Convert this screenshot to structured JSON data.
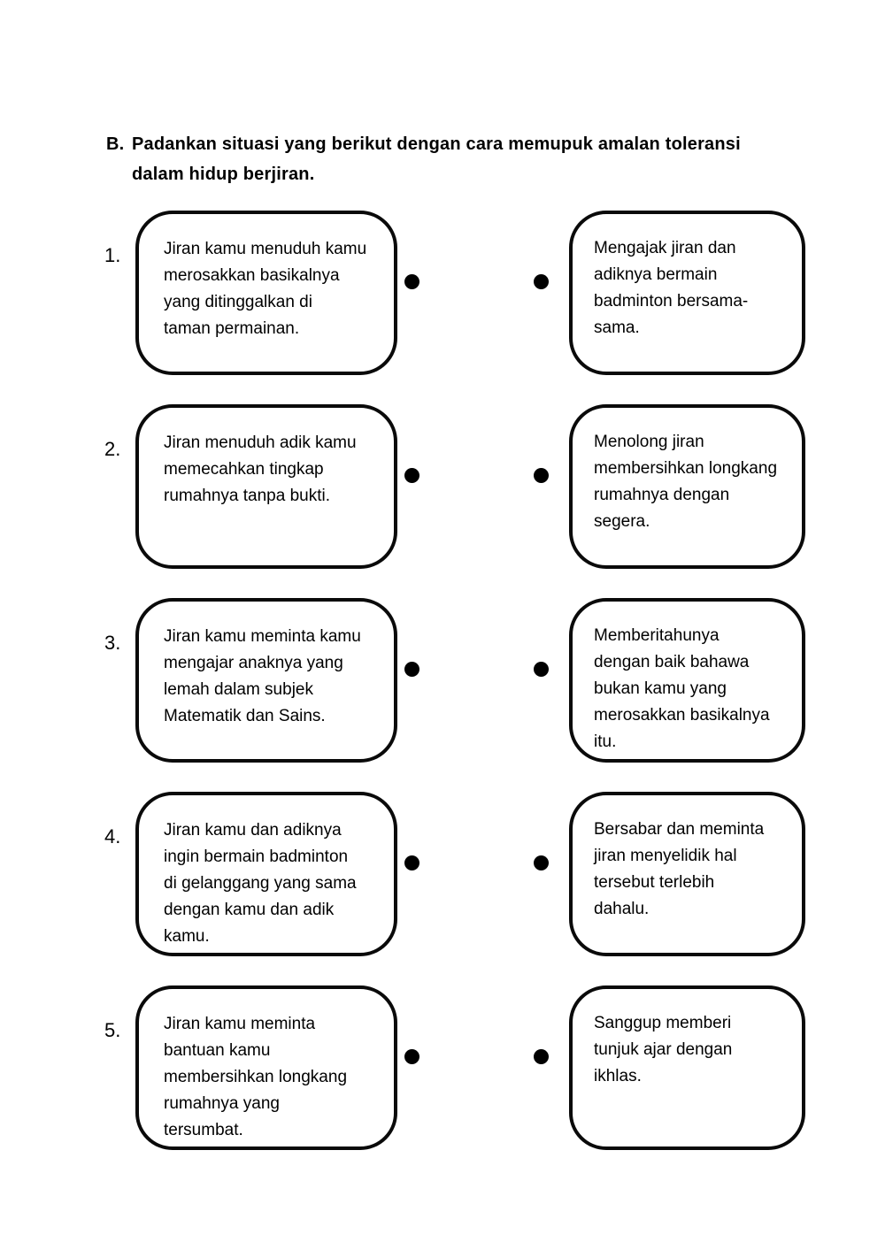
{
  "page": {
    "background": "#ffffff",
    "ink": "#000000"
  },
  "header": {
    "label": "B.",
    "instruction": "Padankan situasi yang berikut dengan cara memupuk amalan toleransi\ndalam hidup berjiran."
  },
  "match_exercise": {
    "pairs": [
      {
        "number": "1.",
        "situation": "Jiran kamu menuduh kamu\nmerosakkan basikalnya\nyang ditinggalkan di\ntaman permainan.",
        "response": "Mengajak jiran dan\nadiknya bermain\nbadminton bersama-\nsama."
      },
      {
        "number": "2.",
        "situation": "Jiran menuduh adik kamu\nmemecahkan tingkap\nrumahnya tanpa bukti.",
        "response": "Menolong jiran\nmembersihkan longkang\nrumahnya dengan\nsegera."
      },
      {
        "number": "3.",
        "situation": "Jiran kamu meminta kamu\nmengajar anaknya yang\nlemah dalam subjek\nMatematik dan Sains.",
        "response": "Memberitahunya\ndengan baik bahawa\nbukan kamu yang\nmerosakkan basikalnya\nitu."
      },
      {
        "number": "4.",
        "situation": "Jiran kamu dan adiknya\ningin bermain badminton\ndi gelanggang yang sama\ndengan kamu dan adik\nkamu.",
        "response": "Bersabar dan meminta\njiran menyelidik hal\ntersebut terlebih\ndahalu."
      },
      {
        "number": "5.",
        "situation": "Jiran kamu meminta\nbantuan kamu\nmembersihkan longkang\nrumahnya yang\ntersumbat.",
        "response": "Sanggup memberi\ntunjuk ajar dengan\nikhlas."
      }
    ]
  }
}
